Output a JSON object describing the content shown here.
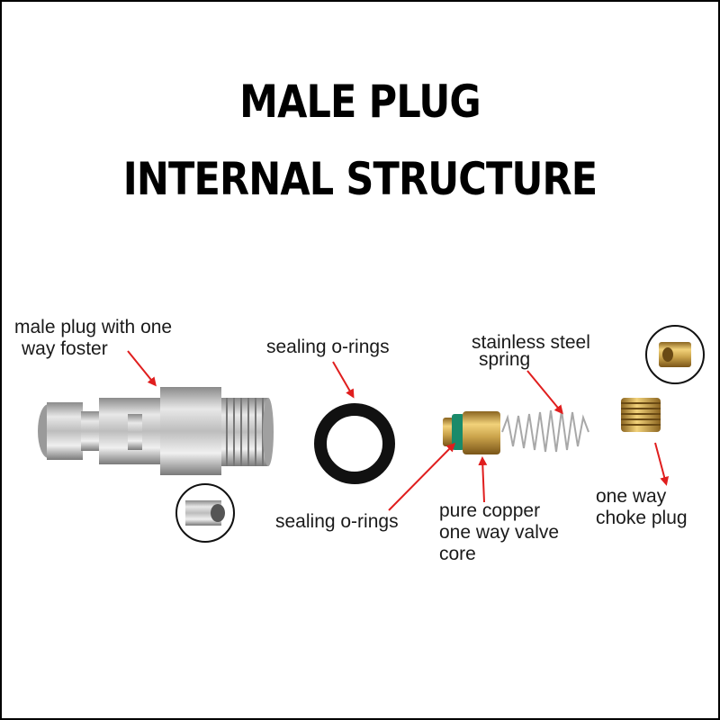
{
  "title": {
    "line1": "MALE PLUG",
    "line2": "INTERNAL STRUCTURE"
  },
  "labels": {
    "male_plug_line1": "male plug with one",
    "male_plug_line2": "way foster",
    "sealing_top": "sealing o-rings",
    "sealing_bottom": "sealing o-rings",
    "spring_line1": "stainless steel",
    "spring_line2": "spring",
    "valve_line1": "pure copper",
    "valve_line2": "one way valve",
    "valve_line3": "core",
    "choke_line1": "one way",
    "choke_line2": "choke plug"
  },
  "colors": {
    "arrow": "#e01e1e",
    "frame": "#000000",
    "brass": "#c9a24a",
    "steel": "#b8b8b8",
    "oring": "#111111",
    "valve_oring": "#1a8a6a"
  },
  "icons": [
    "male-plug-image",
    "o-ring-image",
    "valve-core-image",
    "spring-image",
    "choke-plug-image",
    "plug-end-detail-image",
    "choke-plug-detail-image"
  ]
}
